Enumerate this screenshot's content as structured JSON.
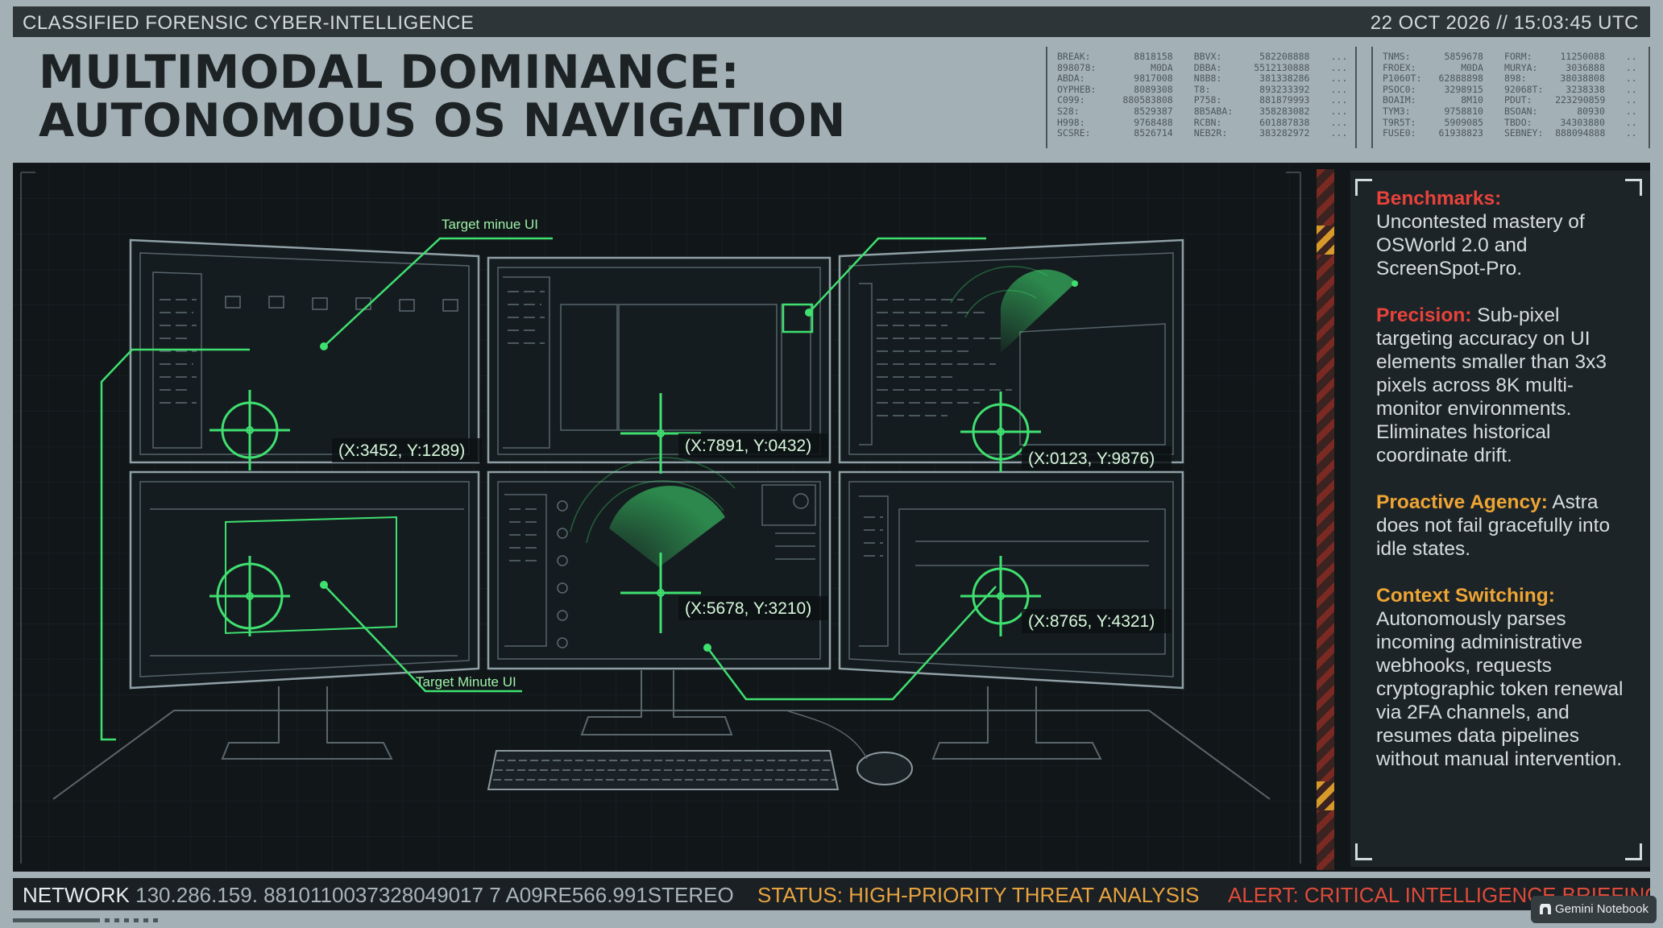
{
  "header": {
    "classification": "CLASSIFIED FORENSIC CYBER-INTELLIGENCE",
    "timestamp": "22 OCT 2026 // 15:03:45 UTC",
    "title_line1": "MULTIMODAL DOMINANCE:",
    "title_line2": "AUTONOMOUS OS NAVIGATION"
  },
  "data_block_left": [
    [
      "BREAK:",
      "8818158",
      "BBVX:",
      "582208888"
    ],
    [
      "898078:",
      "M0DA",
      "DBBA:",
      "5512130888"
    ],
    [
      "ABDA:",
      "9817008",
      "N8B8:",
      "381338286"
    ],
    [
      "OYPHEB:",
      "8089308",
      "T8:",
      "893233392"
    ],
    [
      "C099:",
      "880583808",
      "P758:",
      "881879993"
    ],
    [
      "S28:",
      "8529387",
      "8B5ABA:",
      "358283082"
    ],
    [
      "H998:",
      "9768488",
      "RCBN:",
      "601887838"
    ],
    [
      "SCSRE:",
      "8526714",
      "NEB2R:",
      "383282972"
    ]
  ],
  "data_block_right": [
    [
      "TNMS:",
      "5859678",
      "FORM:",
      "11250088"
    ],
    [
      "FROEX:",
      "M0DA",
      "MURYA:",
      "3036888"
    ],
    [
      "P1060T:",
      "62888898",
      "898:",
      "38038808"
    ],
    [
      "PSOC0:",
      "3298915",
      "92068T:",
      "3238338"
    ],
    [
      "BOAIM:",
      "8M10",
      "PDUT:",
      "223290859"
    ],
    [
      "TYM3:",
      "9758810",
      "BSOAN:",
      "80930"
    ],
    [
      "T9R5T:",
      "5909085",
      "TBDO:",
      "34303880"
    ],
    [
      "FUSE0:",
      "61938823",
      "SEBNEY:",
      "888094888"
    ]
  ],
  "viz": {
    "label_top": "Target minue UI",
    "label_bottom": "Target Minute UI",
    "coords": [
      "(X:3452, Y:1289)",
      "(X:7891, Y:0432)",
      "(X:0123, Y:9876)",
      "(X:5678, Y:3210)",
      "(X:8765, Y:4321)"
    ]
  },
  "panel": {
    "sections": [
      {
        "heading": "Benchmarks:",
        "body": "Uncontested mastery of OSWorld 2.0 and ScreenSpot-Pro.",
        "color": "#e8423a"
      },
      {
        "heading": "Precision:",
        "body": " Sub-pixel targeting accuracy on UI elements smaller than 3x3 pixels across 8K multi-monitor environments. Eliminates historical coordinate drift.",
        "color": "#e8423a"
      },
      {
        "heading": "Proactive Agency:",
        "body": " Astra does not fail gracefully into idle states.",
        "color": "#eea534"
      },
      {
        "heading": "Context Switching:",
        "body": "Autonomously parses incoming administrative webhooks, requests cryptographic token renewal via 2FA channels, and resumes data pipelines without manual intervention.",
        "color": "#eea534"
      }
    ]
  },
  "footer": {
    "network_label": "NETWORK",
    "network_value": "130.286.159. 8810110037328049017 7 A09RE566.991STEREO",
    "status": "STATUS: HIGH-PRIORITY THREAT ANALYSIS",
    "alert": "ALERT: CRITICAL INTELLIGENCE BRIEFING"
  },
  "badge": "Gemini Notebook",
  "colors": {
    "accent_green": "#3fe070",
    "alert_red": "#e04a3a",
    "status_orange": "#e8a341"
  }
}
